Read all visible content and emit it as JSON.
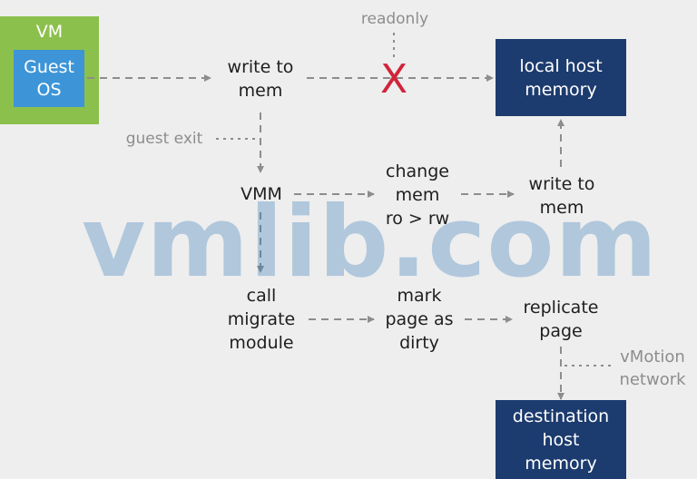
{
  "diagram": {
    "vm": {
      "label": "VM",
      "guest_os": "Guest\nOS"
    },
    "write_to_mem_top": "write to\nmem",
    "readonly": "readonly",
    "guest_exit": "guest exit",
    "local_host_memory": "local host\nmemory",
    "vmm": "VMM",
    "change_mem": "change\nmem\nro > rw",
    "write_to_mem_right": "write to\nmem",
    "call_migrate": "call\nmigrate\nmodule",
    "mark_page": "mark\npage as\ndirty",
    "replicate_page": "replicate\npage",
    "vmotion_network": "vMotion\nnetwork",
    "destination_host_memory": "destination\nhost\nmemory",
    "blocked_mark": "X",
    "watermark": "vmlib.com"
  },
  "colors": {
    "background": "#eeeeee",
    "vm_green": "#8cc04d",
    "guest_blue": "#3d95d8",
    "memory_navy": "#1c3b6e",
    "arrow_gray": "#8d8d8d",
    "blocked_red": "#d0243a",
    "watermark_blue": "#2f77b8"
  }
}
